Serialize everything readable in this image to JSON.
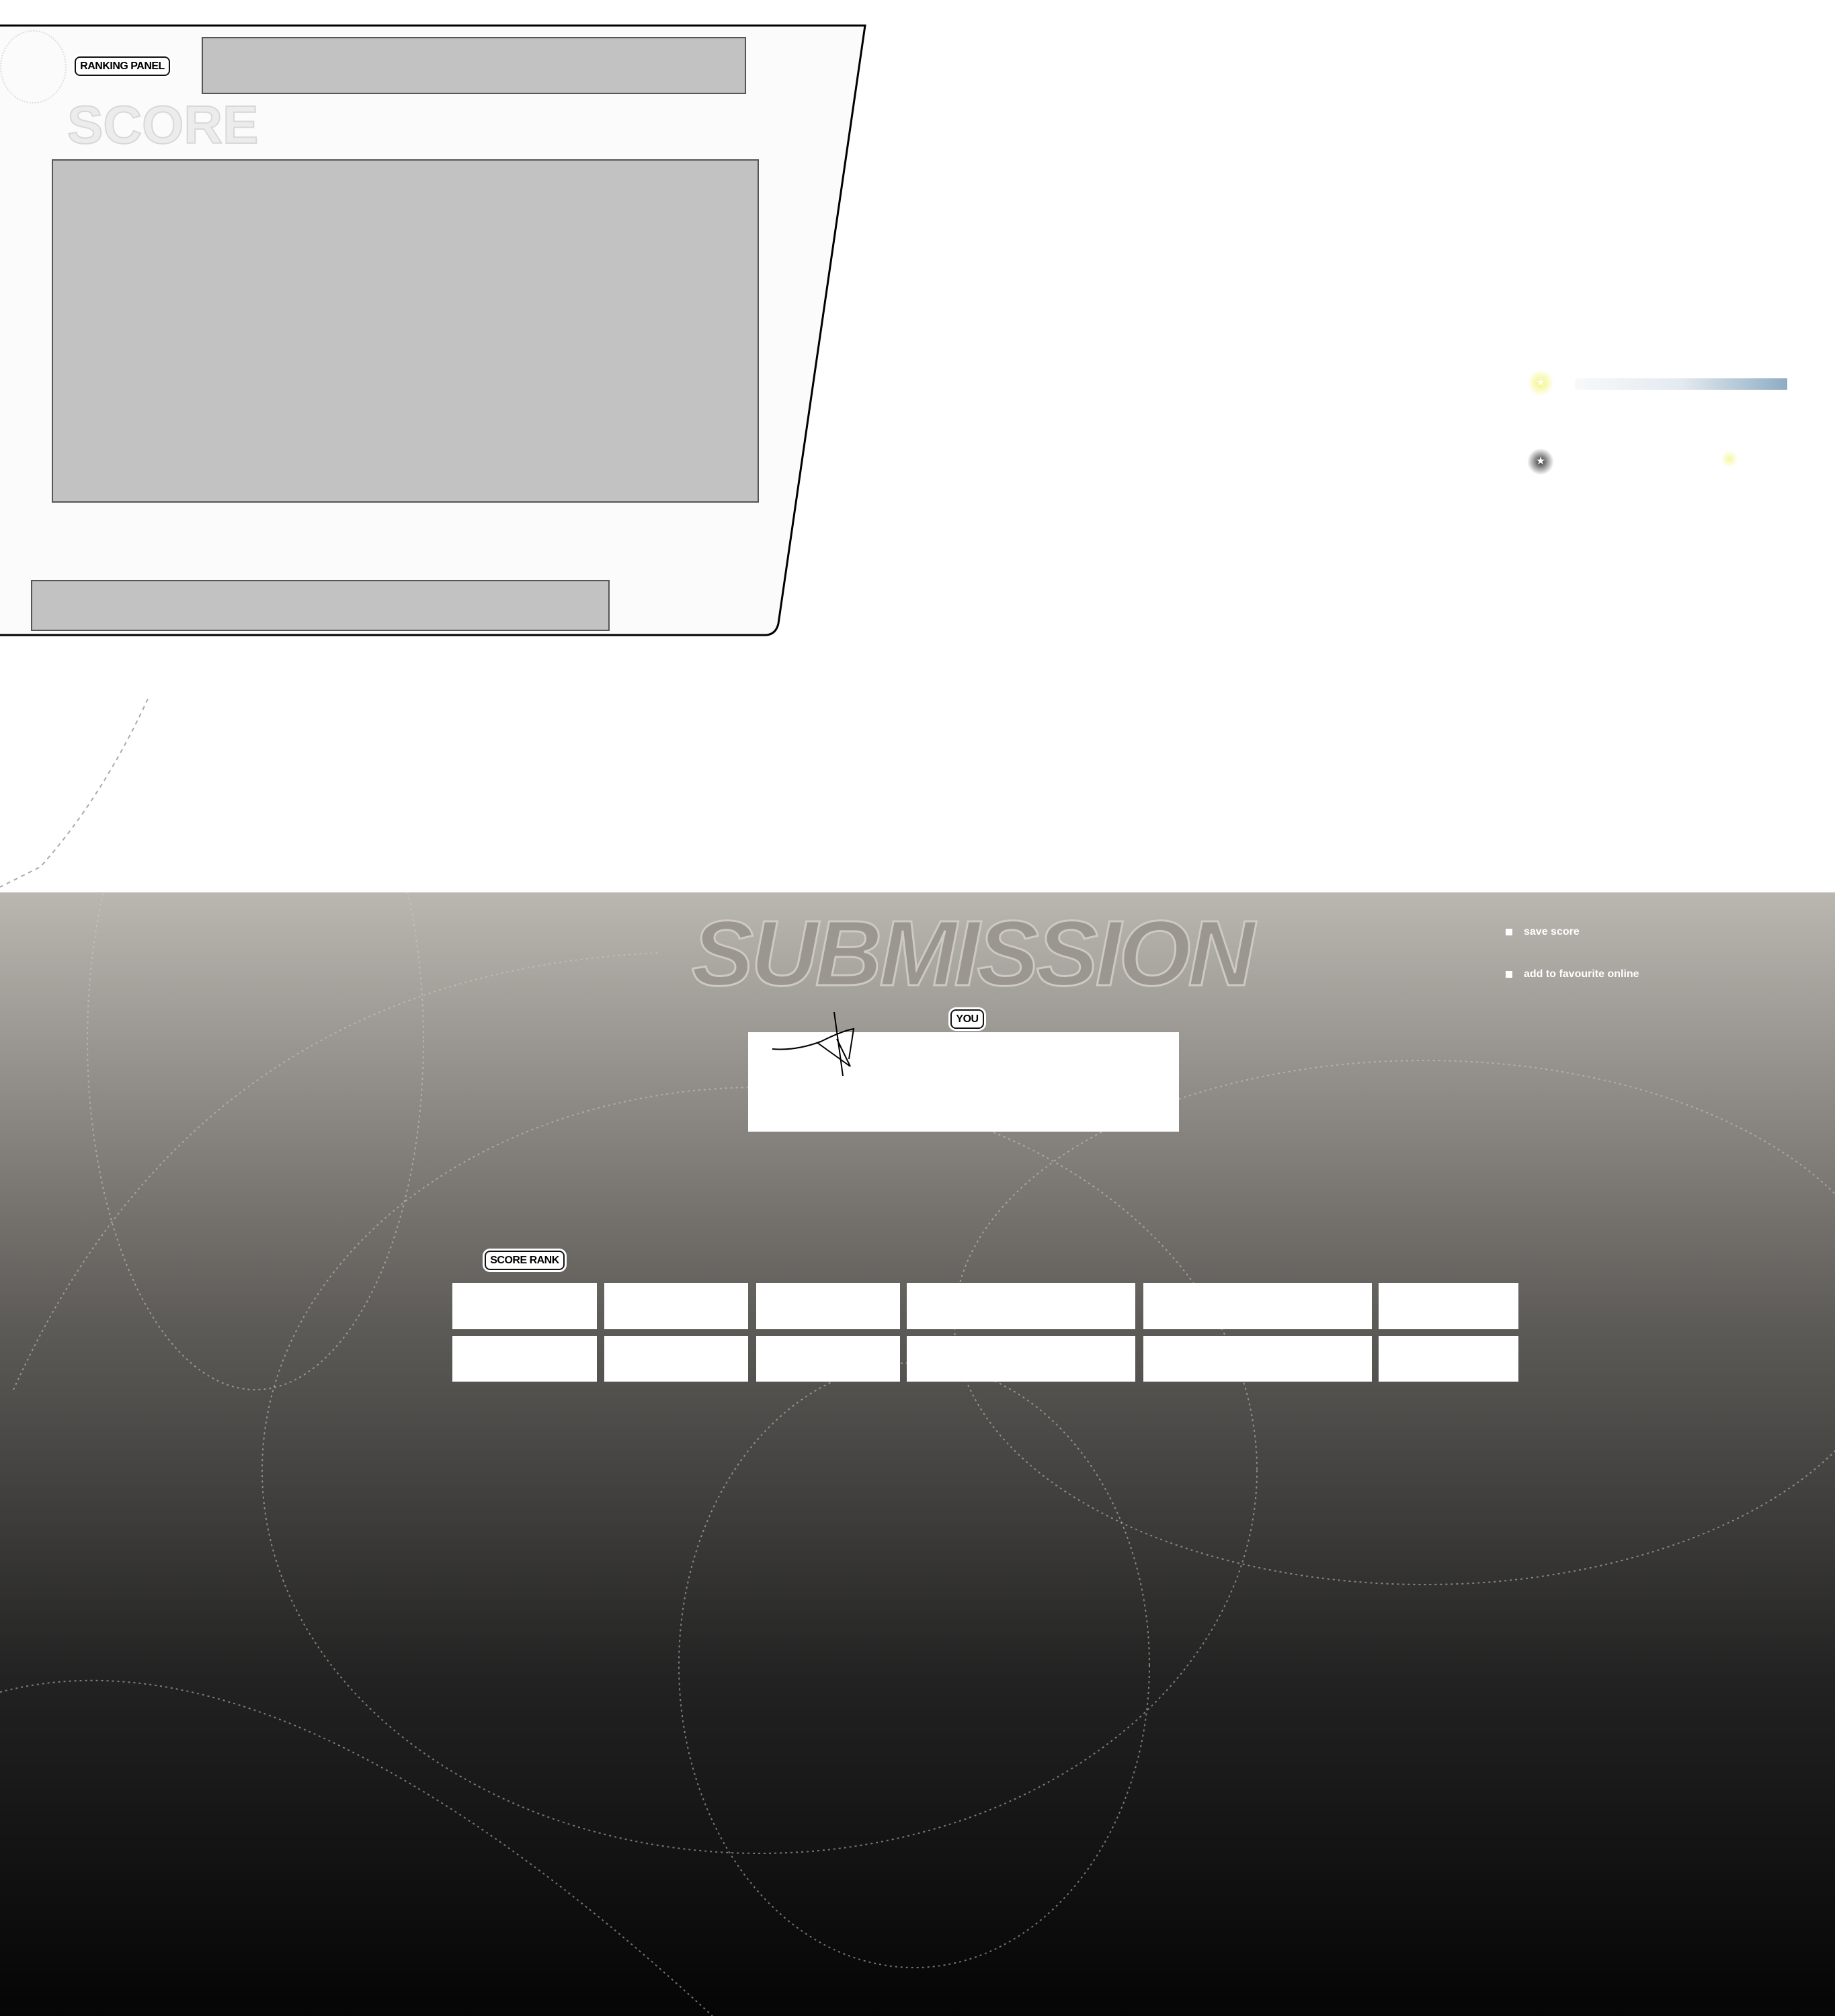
{
  "ranking_panel": {
    "label": "RANKING PANEL",
    "watermark": "SCORE"
  },
  "submission": {
    "title": "SUBMISSION",
    "you_label": "YOU"
  },
  "score_rank": {
    "label": "SCORE RANK",
    "columns": 6,
    "rows": 2
  },
  "menu": [
    {
      "label": "save score",
      "icon": "square-bullet-icon"
    },
    {
      "label": "add to favourite online",
      "icon": "square-bullet-icon"
    }
  ],
  "colors": {
    "bar_start": "#f7f9fb",
    "bar_end": "#8eacc4",
    "glow": "#f3f57a"
  }
}
